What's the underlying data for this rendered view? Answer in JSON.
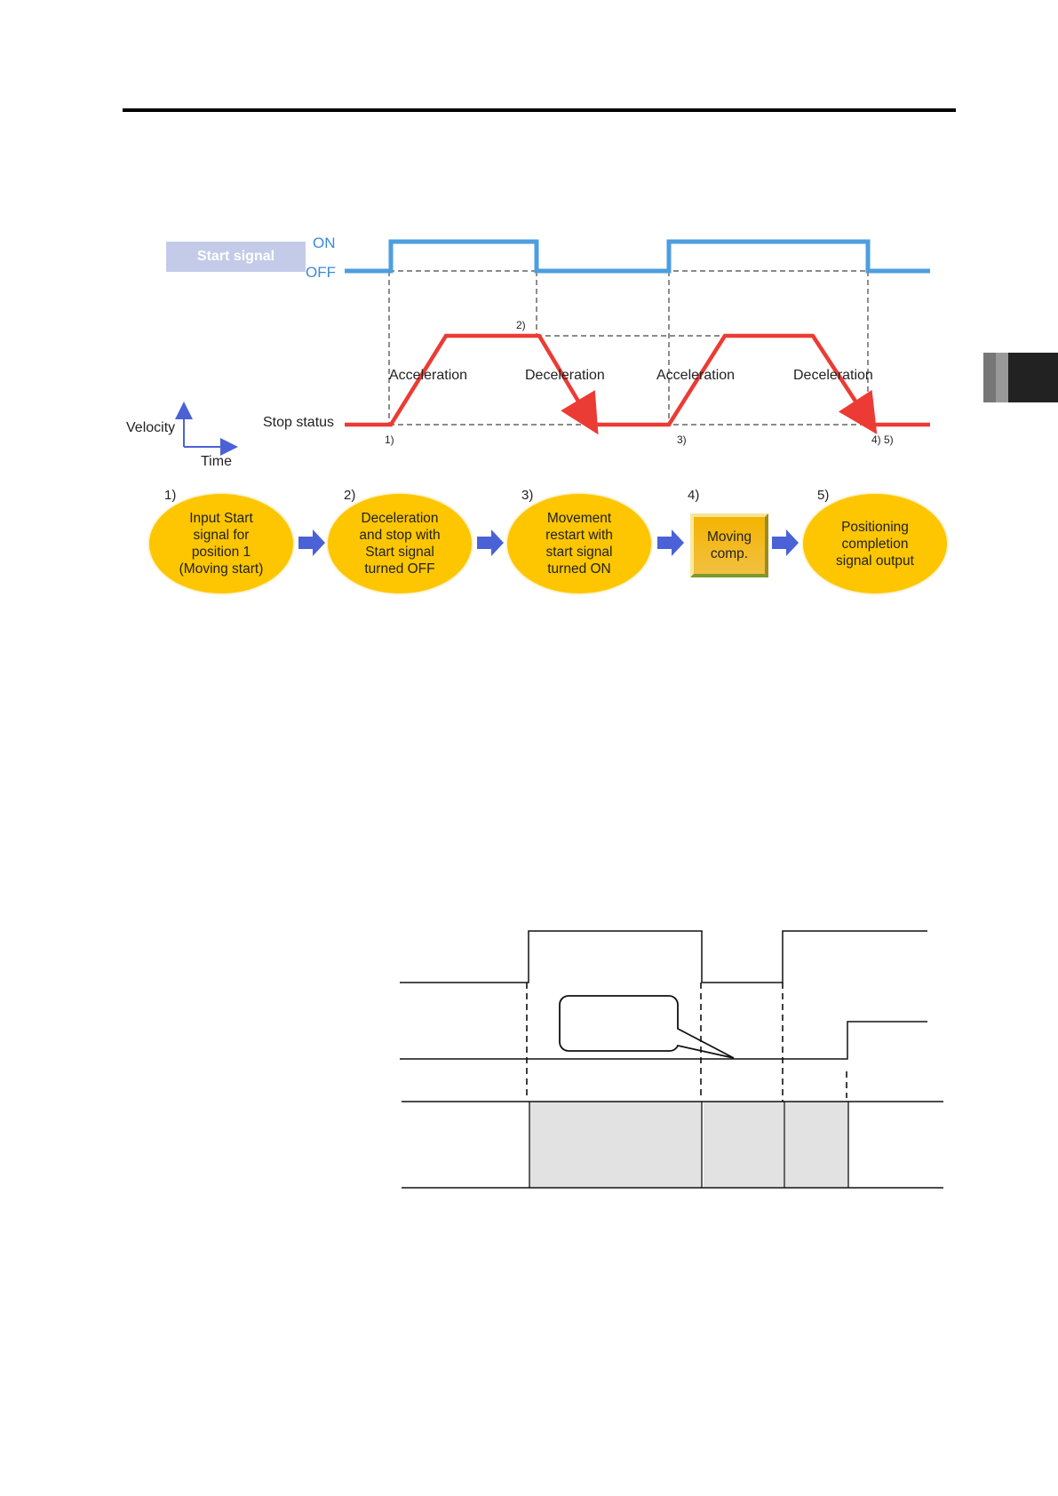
{
  "upper_diagram": {
    "start_signal_label": "Start signal",
    "on_label": "ON",
    "off_label": "OFF",
    "phases": [
      "Acceleration",
      "Deceleration",
      "Acceleration",
      "Deceleration"
    ],
    "stop_status_label": "Stop status",
    "velocity_label": "Velocity",
    "time_label": "Time",
    "points": [
      "1)",
      "2)",
      "3)",
      "4) 5)"
    ],
    "colors": {
      "signal": "#4d9ee0",
      "velocity": "#ec3b34"
    }
  },
  "flow": {
    "steps": [
      {
        "num": "1)",
        "text": "Input Start\nsignal for\nposition 1\n(Moving start)"
      },
      {
        "num": "2)",
        "text": "Deceleration\nand stop with\nStart signal\nturned OFF"
      },
      {
        "num": "3)",
        "text": "Movement\nrestart with\nstart signal\nturned ON"
      },
      {
        "num": "4)",
        "text": "Moving\ncomp."
      },
      {
        "num": "5)",
        "text": "Positioning\ncompletion\nsignal output"
      }
    ],
    "colors": {
      "ellipse": "#fdc600",
      "arrow": "#4a62d6"
    }
  }
}
